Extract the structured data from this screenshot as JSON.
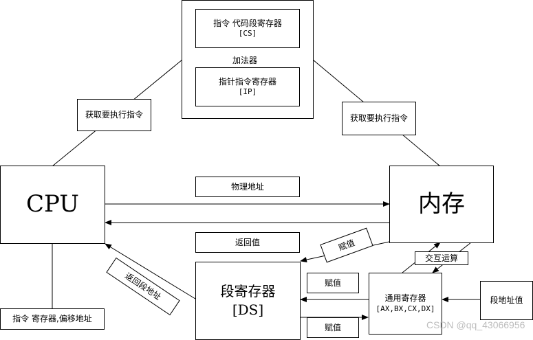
{
  "outer_box": {},
  "cs_box": {
    "line1": "指令 代码段寄存器",
    "line2": "[CS]"
  },
  "adder_label": "加法器",
  "ip_box": {
    "line1": "指针指令寄存器",
    "line2": "[IP]"
  },
  "fetch_left": "获取要执行指令",
  "fetch_right": "获取要执行指令",
  "cpu": "CPU",
  "memory": "内存",
  "physical_address": "物理地址",
  "return_value": "返回值",
  "assign_diag": "赋值",
  "exchange": "交互运算",
  "return_segment_address": "返回段地址",
  "segment_register": {
    "line1": "段寄存器",
    "line2": "[DS]"
  },
  "assign_1": "赋值",
  "assign_2": "赋值",
  "general_register": {
    "line1": "通用寄存器",
    "line2": "[AX,BX,CX,DX]"
  },
  "segment_address_value": "段地址值",
  "instruction_note": "指令 寄存器,偏移地址",
  "watermark": "CSDN @qq_43066956"
}
